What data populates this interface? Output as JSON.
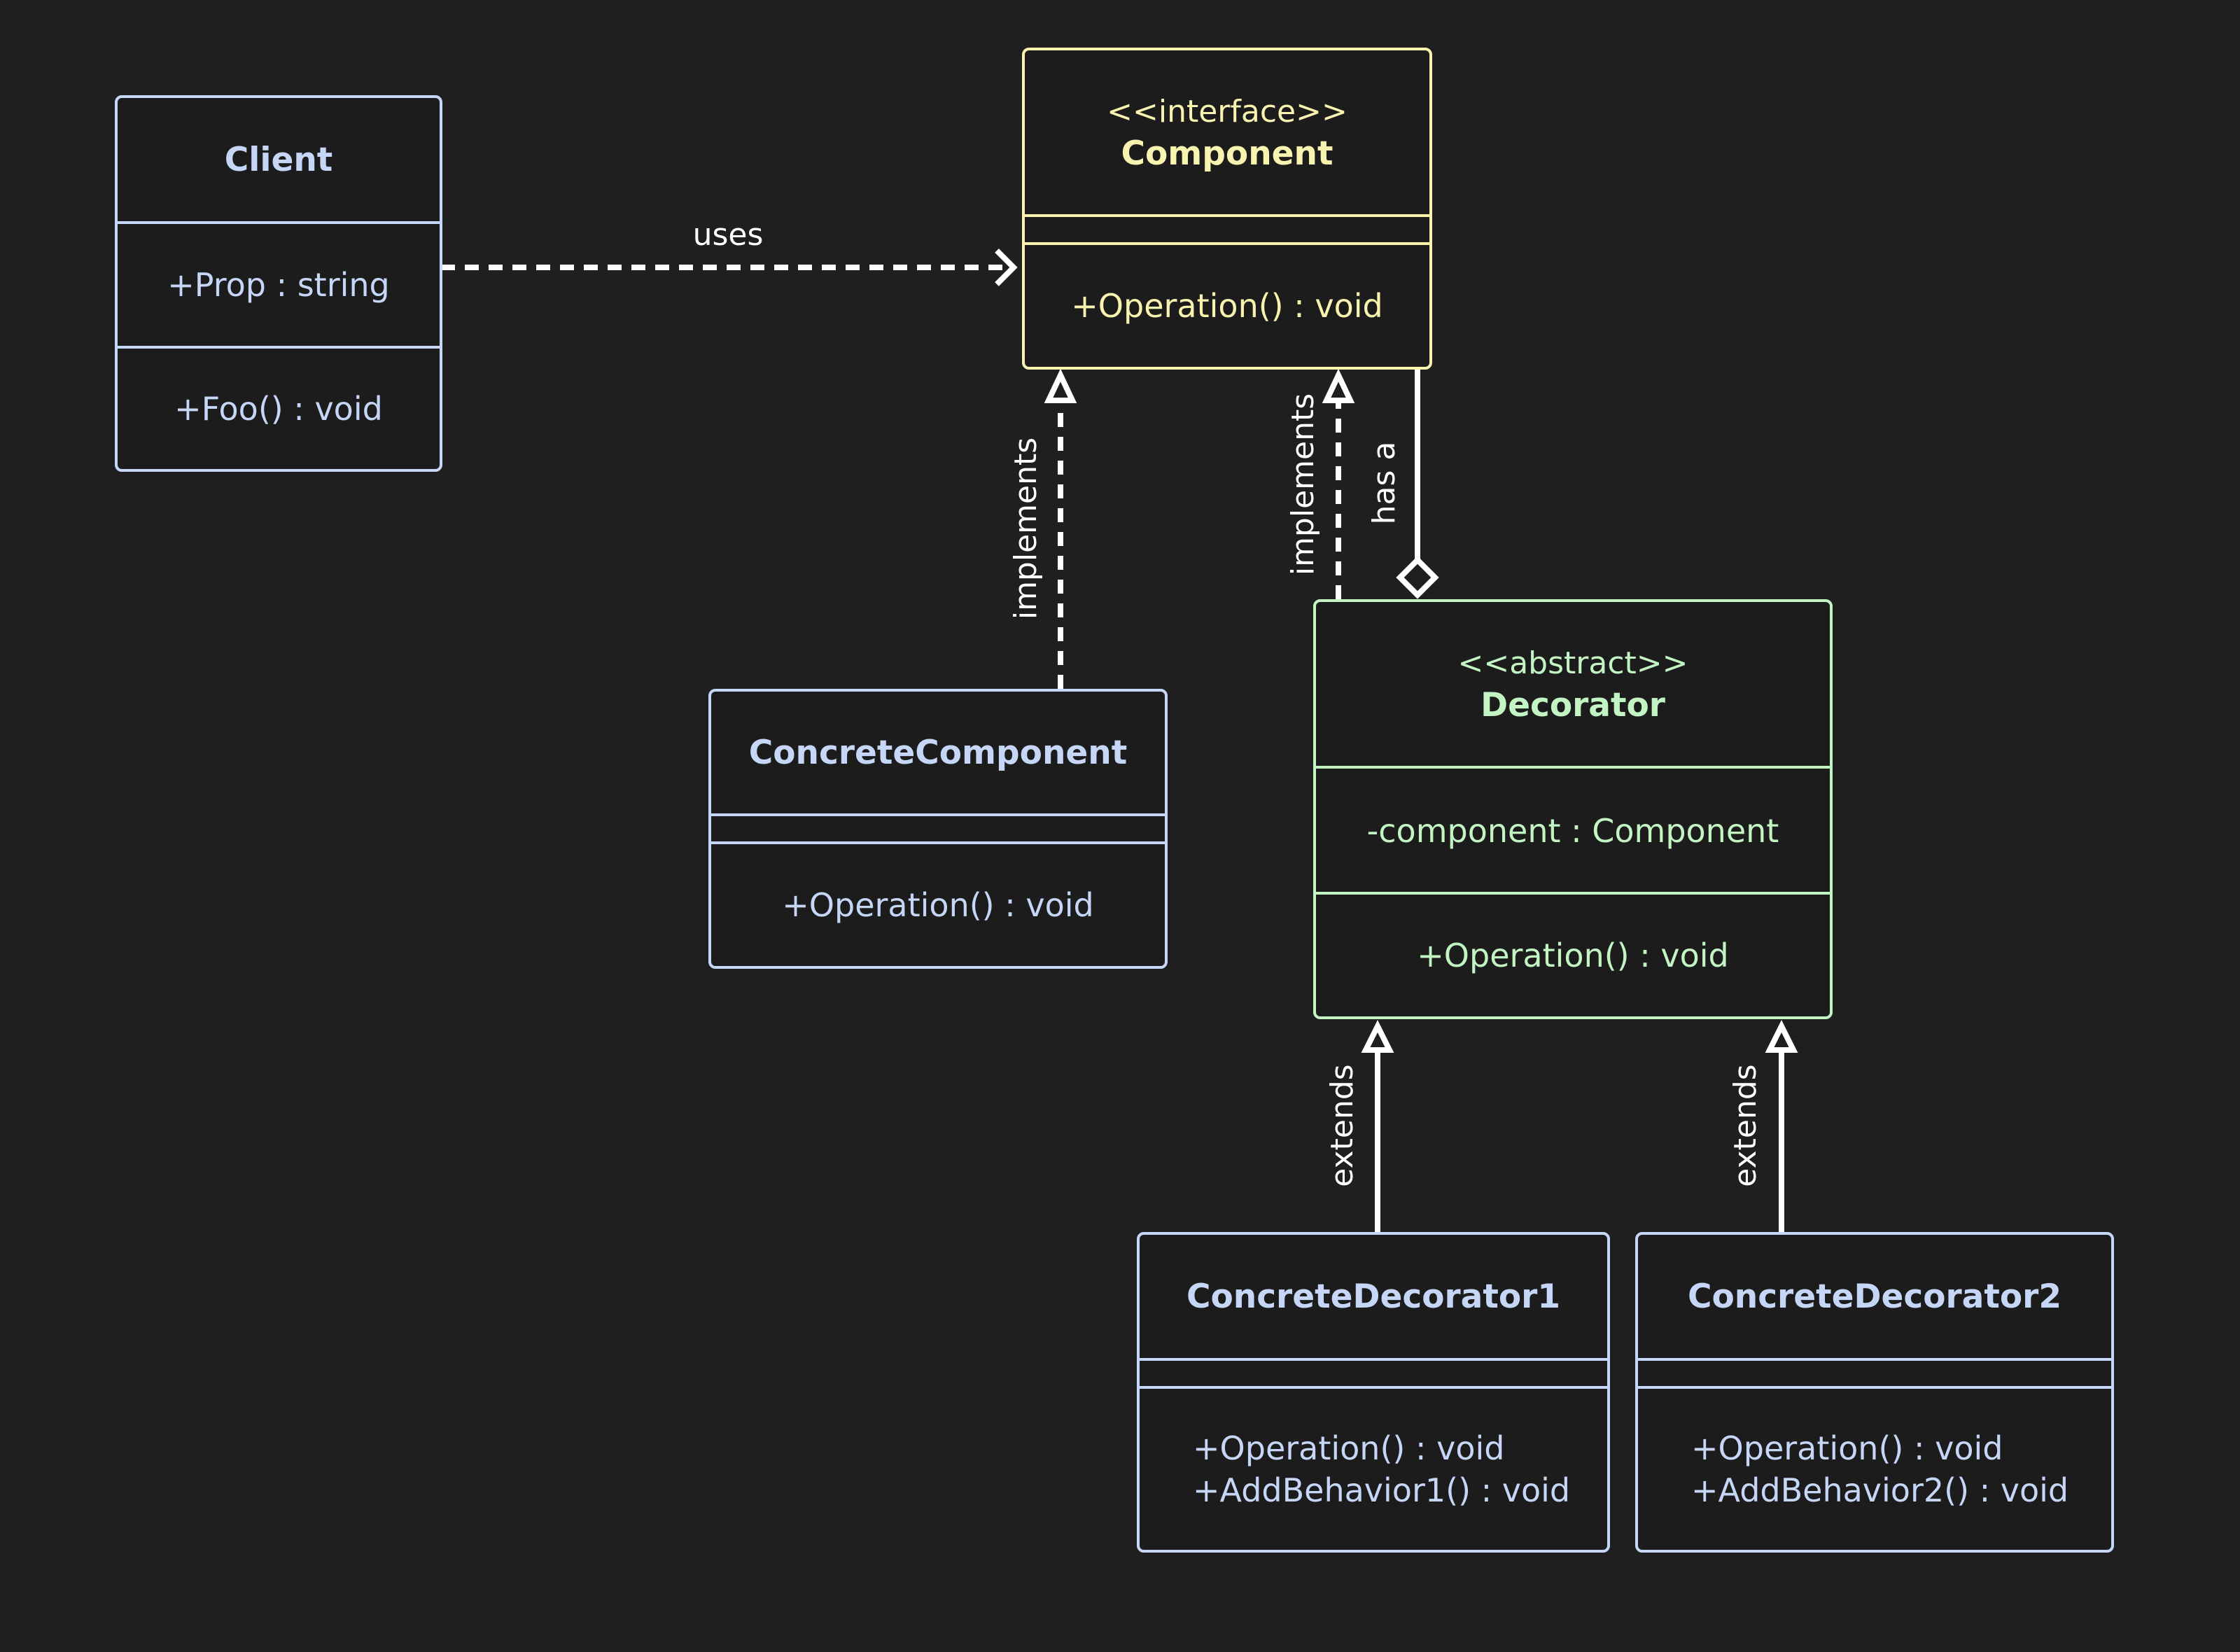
{
  "colors": {
    "background": "#1f1f1f",
    "client": "#c5d6f7",
    "component": "#f9f3b0",
    "decorator": "#c3f4c3",
    "connector": "#ffffff"
  },
  "client": {
    "name": "Client",
    "attribute": "+Prop : string",
    "method": "+Foo() : void"
  },
  "component": {
    "stereotype": "<<interface>>",
    "name": "Component",
    "method": "+Operation() : void"
  },
  "concrete_component": {
    "name": "ConcreteComponent",
    "method": "+Operation() : void"
  },
  "decorator": {
    "stereotype": "<<abstract>>",
    "name": "Decorator",
    "attribute": "-component : Component",
    "method": "+Operation() : void"
  },
  "concrete_decorator1": {
    "name": "ConcreteDecorator1",
    "methods": [
      "+Operation() : void",
      "+AddBehavior1() : void"
    ]
  },
  "concrete_decorator2": {
    "name": "ConcreteDecorator2",
    "methods": [
      "+Operation() : void",
      "+AddBehavior2() : void"
    ]
  },
  "relations": {
    "uses": "uses",
    "implements_concrete": "implements",
    "implements_decorator": "implements",
    "has_a": "has a",
    "extends1": "extends",
    "extends2": "extends"
  }
}
